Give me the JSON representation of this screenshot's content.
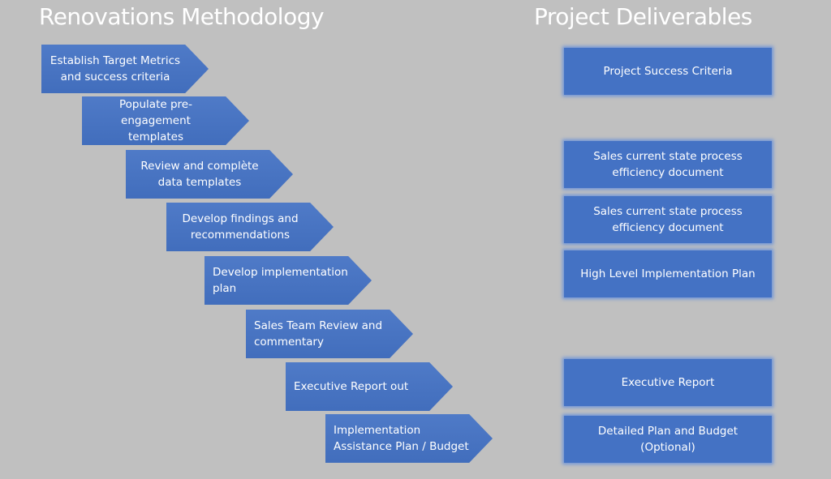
{
  "left_title": "Renovations Methodology",
  "right_title": "Project Deliverables",
  "steps": [
    {
      "text": "Establish Target Metrics\nand success criteria"
    },
    {
      "text": "Populate pre-engagement\ntemplates"
    },
    {
      "text": "Review and complète\ndata templates"
    },
    {
      "text": "Develop findings and\nrecommendations"
    },
    {
      "text": "Develop implementation\nplan"
    },
    {
      "text": "Sales Team Review and\ncommentary"
    },
    {
      "text": "Executive Report out"
    },
    {
      "text": "Implementation\nAssistance Plan / Budget"
    }
  ],
  "deliverables": [
    {
      "text": "Project Success Criteria"
    },
    {
      "text": "Sales current state process\nefficiency document"
    },
    {
      "text": "Sales current state process\nefficiency document"
    },
    {
      "text": "High Level Implementation Plan"
    },
    {
      "text": "Executive Report"
    },
    {
      "text": "Detailed Plan and Budget\n(Optional)"
    }
  ],
  "colors": {
    "background": "#c0c0c0",
    "shape_fill": "#4472c4",
    "text": "#ffffff"
  }
}
